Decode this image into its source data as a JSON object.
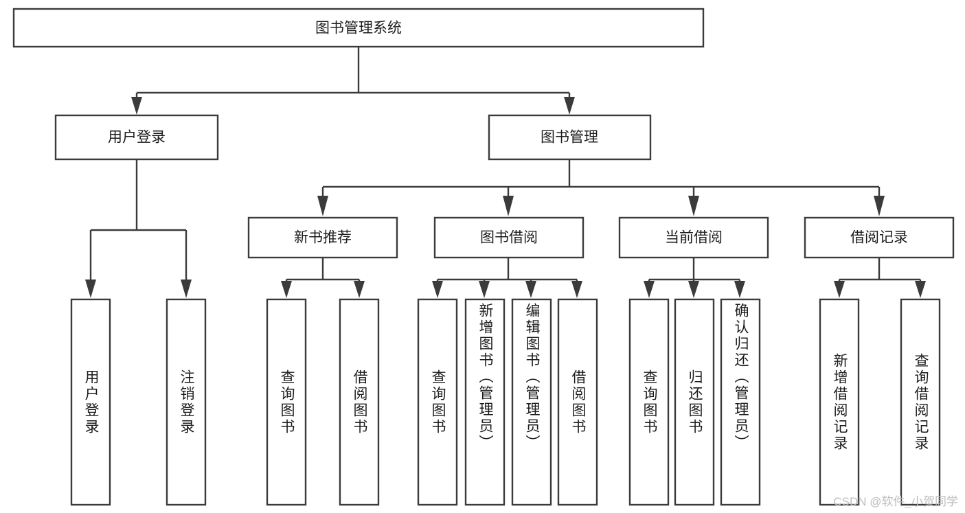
{
  "diagram": {
    "type": "tree",
    "title": "图书管理系统",
    "root": {
      "id": "root",
      "label": "图书管理系统",
      "orientation": "horizontal"
    },
    "level1": [
      {
        "id": "user-login",
        "label": "用户登录",
        "orientation": "horizontal"
      },
      {
        "id": "book-manage",
        "label": "图书管理",
        "orientation": "horizontal"
      }
    ],
    "level2": [
      {
        "id": "new-book-rec",
        "label": "新书推荐",
        "parent": "book-manage",
        "orientation": "horizontal"
      },
      {
        "id": "book-borrow",
        "label": "图书借阅",
        "parent": "book-manage",
        "orientation": "horizontal"
      },
      {
        "id": "current-borrow",
        "label": "当前借阅",
        "parent": "book-manage",
        "orientation": "horizontal"
      },
      {
        "id": "borrow-record",
        "label": "借阅记录",
        "parent": "book-manage",
        "orientation": "horizontal"
      }
    ],
    "leaves": [
      {
        "id": "leaf-user-login",
        "label": "用户登录",
        "parent": "user-login",
        "orientation": "vertical"
      },
      {
        "id": "leaf-logout",
        "label": "注销登录",
        "parent": "user-login",
        "orientation": "vertical"
      },
      {
        "id": "leaf-query-book-1",
        "label": "查询图书",
        "parent": "new-book-rec",
        "orientation": "vertical"
      },
      {
        "id": "leaf-borrow-book-1",
        "label": "借阅图书",
        "parent": "new-book-rec",
        "orientation": "vertical"
      },
      {
        "id": "leaf-query-book-2",
        "label": "查询图书",
        "parent": "book-borrow",
        "orientation": "vertical"
      },
      {
        "id": "leaf-add-book",
        "label": "新增图书（管理员）",
        "parent": "book-borrow",
        "orientation": "vertical"
      },
      {
        "id": "leaf-edit-book",
        "label": "编辑图书（管理员）",
        "parent": "book-borrow",
        "orientation": "vertical"
      },
      {
        "id": "leaf-borrow-book-2",
        "label": "借阅图书",
        "parent": "book-borrow",
        "orientation": "vertical"
      },
      {
        "id": "leaf-query-book-3",
        "label": "查询图书",
        "parent": "current-borrow",
        "orientation": "vertical"
      },
      {
        "id": "leaf-return-book",
        "label": "归还图书",
        "parent": "current-borrow",
        "orientation": "vertical"
      },
      {
        "id": "leaf-confirm-return",
        "label": "确认归还（管理员）",
        "parent": "current-borrow",
        "orientation": "vertical"
      },
      {
        "id": "leaf-add-record",
        "label": "新增借阅记录",
        "parent": "borrow-record",
        "orientation": "vertical"
      },
      {
        "id": "leaf-query-record",
        "label": "查询借阅记录",
        "parent": "borrow-record",
        "orientation": "vertical"
      }
    ],
    "colors": {
      "stroke": "#3b3b3b",
      "fill": "#ffffff",
      "text": "#1c1c1c",
      "watermark": "#bdbdbd",
      "background": "#ffffff"
    }
  },
  "watermark": {
    "text": "CSDN @软件_小贺同学"
  }
}
